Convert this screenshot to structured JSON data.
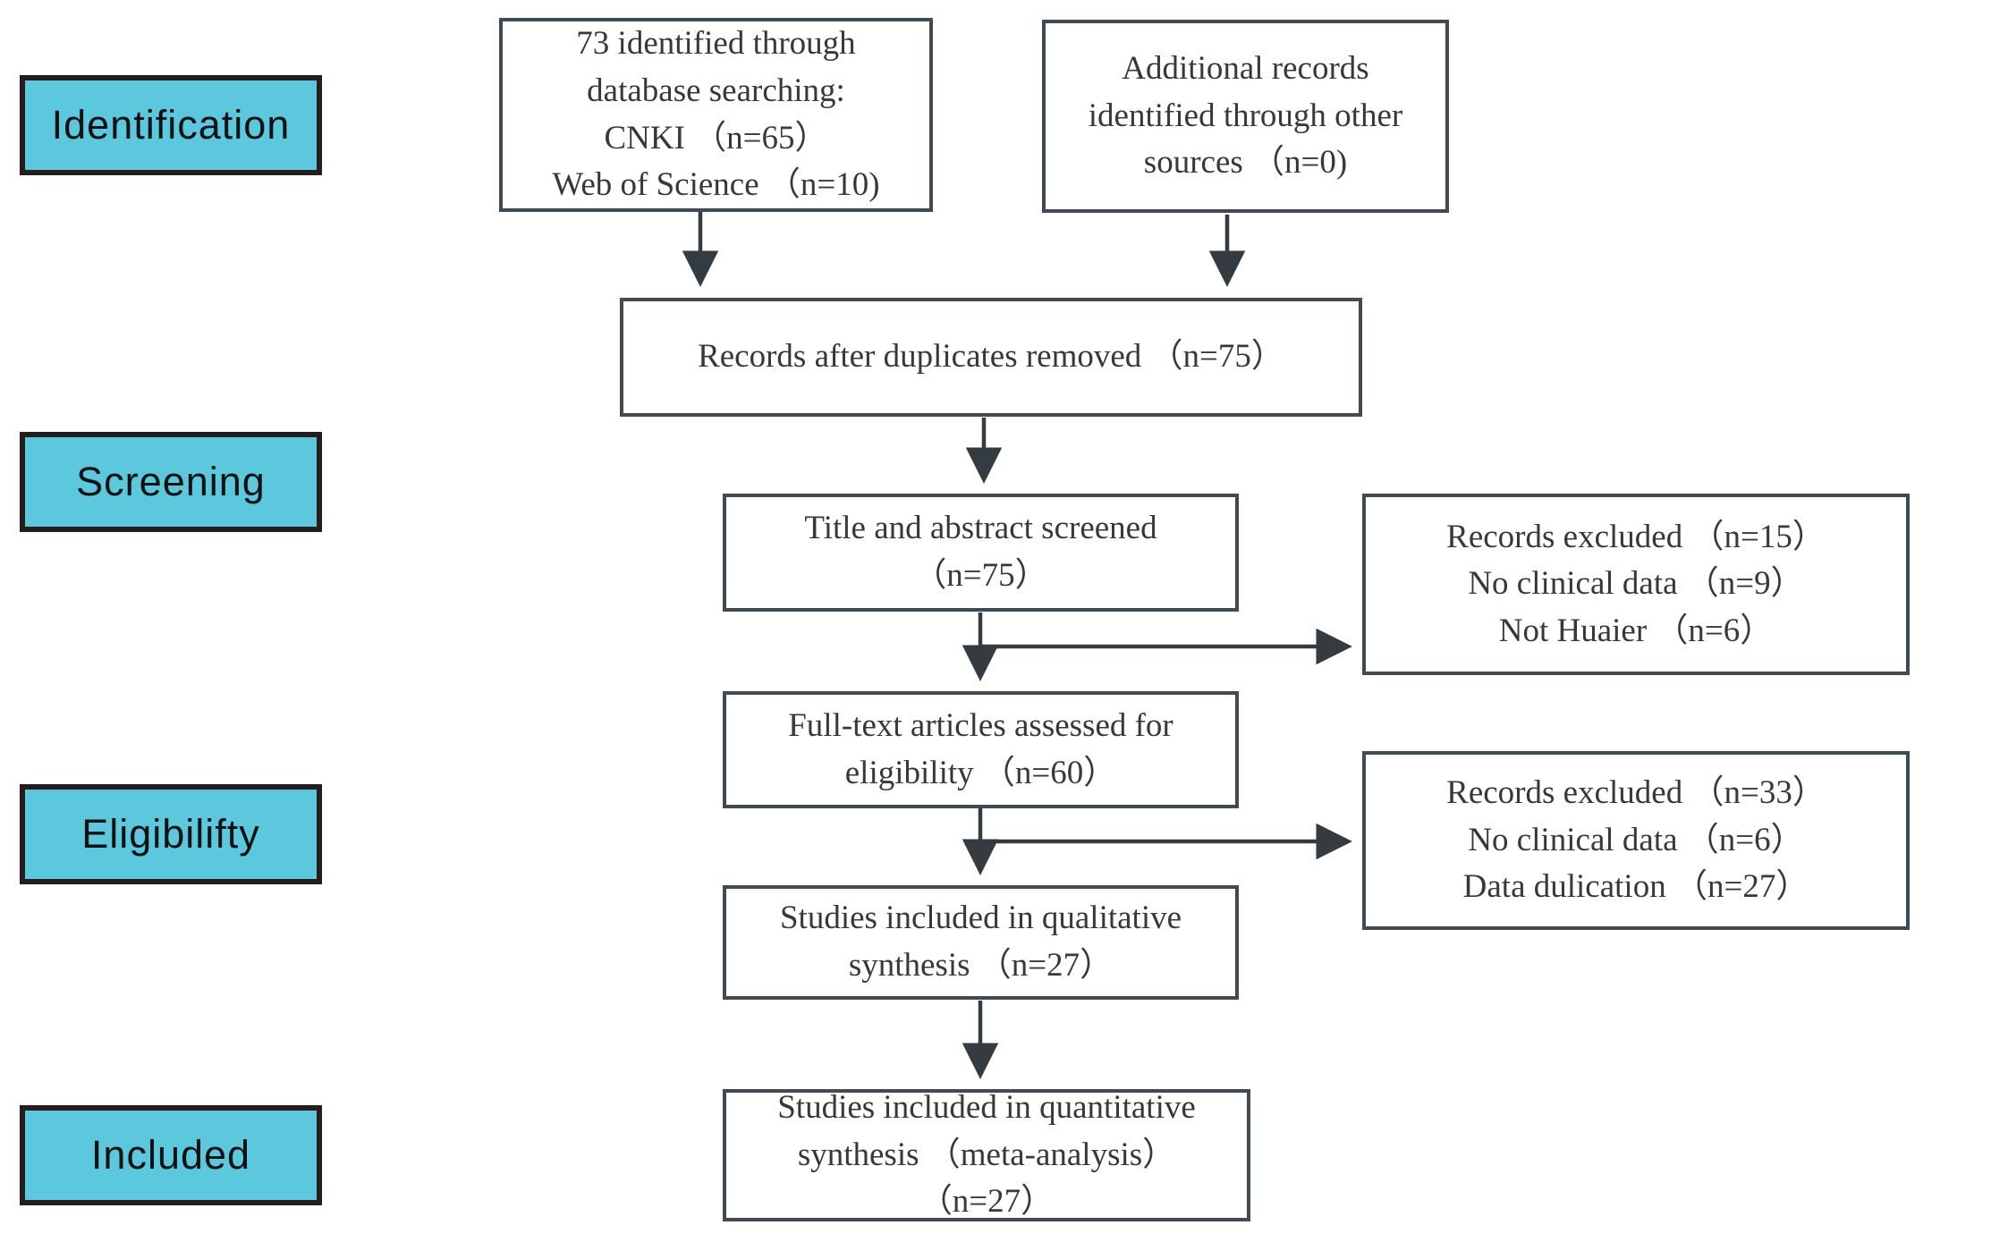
{
  "stages": [
    {
      "label": "Identification"
    },
    {
      "label": "Screening"
    },
    {
      "label": "Eligibilifty"
    },
    {
      "label": "Included"
    }
  ],
  "boxes": {
    "identified": {
      "lines": [
        "73 identified through",
        "database searching:",
        "CNKI （n=65）",
        "Web of Science （n=10)"
      ]
    },
    "additional": {
      "lines": [
        "Additional records",
        "identified through other",
        "sources （n=0)"
      ]
    },
    "deduplicated": {
      "lines": [
        "Records after duplicates removed （n=75）"
      ]
    },
    "screened": {
      "lines": [
        "Title and abstract screened",
        "（n=75）"
      ]
    },
    "excluded_screening": {
      "lines": [
        "Records excluded （n=15）",
        "No clinical data （n=9）",
        "Not Huaier （n=6）"
      ]
    },
    "fulltext": {
      "lines": [
        "Full-text articles assessed for",
        "eligibility （n=60）"
      ]
    },
    "excluded_eligibility": {
      "lines": [
        "Records excluded （n=33）",
        "No clinical data （n=6）",
        "Data dulication （n=27）"
      ]
    },
    "qualitative": {
      "lines": [
        "Studies included in qualitative",
        "synthesis （n=27）"
      ]
    },
    "quantitative": {
      "lines": [
        "Studies  included  in quantitative",
        "synthesis （meta-analysis）",
        "（n=27）"
      ]
    }
  },
  "colors": {
    "stage_fill": "#5bc8de",
    "stage_border": "#241d1c",
    "box_border": "#3f4a54",
    "arrow": "#343b41",
    "text": "#383838"
  }
}
